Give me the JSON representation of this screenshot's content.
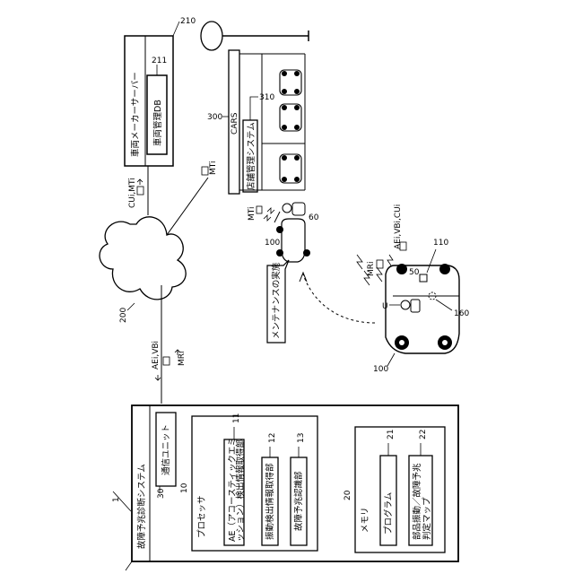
{
  "refs": {
    "server": "210",
    "db_ref": "211",
    "store": "300",
    "store_system_ref": "310",
    "network": "200",
    "mechanic": "60",
    "car_small": "100",
    "car_large": "100",
    "car_unit": "110",
    "car_sensor": "160",
    "occupant_ref": "50",
    "occupant_letter": "U",
    "system": "1",
    "comm_unit_ref": "30",
    "processor_ref": "10",
    "memory_ref": "20",
    "ae_ref": "11",
    "vib_ref": "12",
    "pred_ref": "13",
    "program_ref": "21",
    "map_ref": "22"
  },
  "server": {
    "title": "車両メーカーサーバー",
    "db_label": "車両管理DB"
  },
  "store": {
    "sign": "CARS",
    "system_label": "店舗管理システム"
  },
  "maintenance_label": "メンテナンスの実施",
  "signals": {
    "cu_mti": "CUi,MTi",
    "mti_network": "MTi",
    "mti_store": "MTi",
    "ae_vb_cu": "AEi,VBi,CUi",
    "mri_car": "MRi",
    "ae_vb_system": "AEi,VBi",
    "mri_system": "MRi"
  },
  "system": {
    "title": "故障予兆診断システム",
    "comm_unit": "通信ユニット",
    "processor": "プロセッサ",
    "ae_unit_line1": "AE（アコースティックエミ",
    "ae_unit_line2": "ッション）検出情報取得部",
    "vib_unit": "振動検出情報取得部",
    "pred_unit": "故障予兆認識部",
    "memory": "メモリ",
    "program": "プログラム",
    "map_line1": "部品振動／故障予兆",
    "map_line2": "判定マップ"
  }
}
